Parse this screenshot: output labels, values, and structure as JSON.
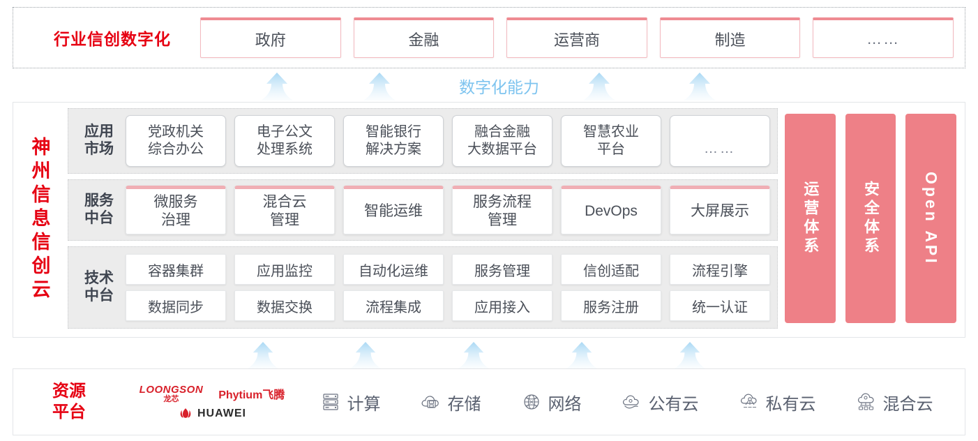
{
  "industry": {
    "title": "行业信创数字化",
    "cards": [
      "政府",
      "金融",
      "运营商",
      "制造",
      "……"
    ]
  },
  "capability": {
    "label": "数字化能力"
  },
  "cloud": {
    "title": "神州信息信创云",
    "layers": [
      {
        "label_line1": "应用",
        "label_line2": "市场",
        "cards": [
          "党政机关\n综合办公",
          "电子公文\n处理系统",
          "智能银行\n解决方案",
          "融合金融\n大数据平台",
          "智慧农业\n平台",
          "……"
        ]
      },
      {
        "label_line1": "服务",
        "label_line2": "中台",
        "cards": [
          "微服务\n治理",
          "混合云\n管理",
          "智能运维",
          "服务流程\n管理",
          "DevOps",
          "大屏展示"
        ]
      },
      {
        "label_line1": "技术",
        "label_line2": "中台",
        "row1": [
          "容器集群",
          "应用监控",
          "自动化运维",
          "服务管理",
          "信创适配",
          "流程引擎"
        ],
        "row2": [
          "数据同步",
          "数据交换",
          "流程集成",
          "应用接入",
          "服务注册",
          "统一认证"
        ]
      }
    ],
    "pillars": [
      {
        "text": "运营体系",
        "latin": false
      },
      {
        "text": "安全体系",
        "latin": false
      },
      {
        "text": "Open API",
        "latin": true
      }
    ]
  },
  "resource": {
    "title_line1": "资源",
    "title_line2": "平台",
    "vendors": [
      {
        "name": "LOONGSON",
        "cn": "龙芯"
      },
      {
        "name": "Phytium飞腾"
      },
      {
        "name": "HUAWEI"
      }
    ],
    "items": [
      {
        "label": "计算",
        "icon": "server-icon"
      },
      {
        "label": "存储",
        "icon": "cloud-storage-icon"
      },
      {
        "label": "网络",
        "icon": "network-globe-icon"
      },
      {
        "label": "公有云",
        "icon": "public-cloud-icon"
      },
      {
        "label": "私有云",
        "icon": "private-cloud-icon"
      },
      {
        "label": "混合云",
        "icon": "hybrid-cloud-icon"
      }
    ]
  },
  "colors": {
    "brand_red": "#e60012",
    "pillar_pink": "#ee8087",
    "card_accent": "#ef8b92",
    "arrow_blue": "#bfe2f7",
    "capability_blue": "#7ec4ef"
  }
}
